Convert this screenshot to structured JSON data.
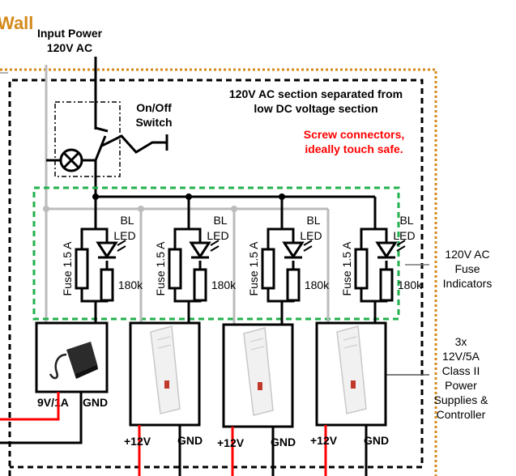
{
  "wall_label": "Wall",
  "input_power": {
    "line1": "Input Power",
    "line2": "120V AC"
  },
  "switch_label": {
    "line1": "On/Off",
    "line2": "Switch"
  },
  "separation_note": {
    "line1": "120V AC section separated from",
    "line2": "low DC voltage section"
  },
  "screw_note": {
    "line1": "Screw connectors,",
    "line2": "ideally touch safe."
  },
  "channels": [
    {
      "fuse": "Fuse 1.5 A",
      "led_bl": "BL",
      "led_led": "LED",
      "resistor": "180k"
    },
    {
      "fuse": "Fuse 1.5 A",
      "led_bl": "BL",
      "led_led": "LED",
      "resistor": "180k"
    },
    {
      "fuse": "Fuse 1.5 A",
      "led_bl": "BL",
      "led_led": "LED",
      "resistor": "180k"
    },
    {
      "fuse": "Fuse 1.5 A",
      "led_bl": "BL",
      "led_led": "LED",
      "resistor": "180k"
    }
  ],
  "fuse_indicators": {
    "line1": "120V AC",
    "line2": "Fuse",
    "line3": "Indicators"
  },
  "supplies_label": {
    "line1": "3x",
    "line2": "12V/5A",
    "line3": "Class II",
    "line4": "Power",
    "line5": "Supplies &",
    "line6": "Controller"
  },
  "adapter": {
    "pos": "9V/1A",
    "neg": "GND"
  },
  "supplies": [
    {
      "pos": "+12V",
      "neg": "GND"
    },
    {
      "pos": "+12V",
      "neg": "GND"
    },
    {
      "pos": "+12V",
      "neg": "GND"
    }
  ],
  "colors": {
    "wall": "#d4891a",
    "ac_border": "#000000",
    "fuse_zone": "#22b14c",
    "screw_note": "#ff0000",
    "power_pos": "#ff0000",
    "gray_wire": "#bbbbbb"
  }
}
